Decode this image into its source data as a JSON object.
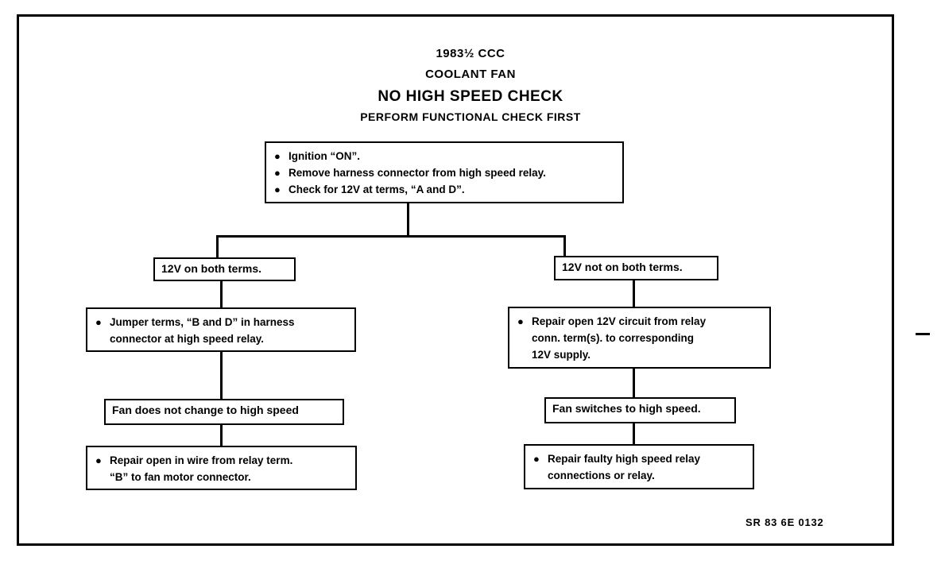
{
  "document": {
    "title_lines": [
      "1983½ CCC",
      "COOLANT FAN",
      "NO HIGH SPEED CHECK",
      "PERFORM FUNCTIONAL CHECK FIRST"
    ],
    "reference_code": "SR 83 6E 0132"
  },
  "flowchart": {
    "type": "flowchart",
    "orientation": "top-down",
    "nodes": [
      {
        "id": "start",
        "kind": "action",
        "bullets": [
          "Ignition “ON”.",
          "Remove harness connector from high speed relay.",
          "Check for 12V at terms, “A and D”."
        ]
      },
      {
        "id": "left-condition",
        "kind": "condition",
        "label": "12V on both terms."
      },
      {
        "id": "right-condition",
        "kind": "condition",
        "label": "12V not on both terms."
      },
      {
        "id": "left-action",
        "kind": "action",
        "bullet": "Jumper terms, “B and D” in harness",
        "continuation": "connector at high speed relay."
      },
      {
        "id": "right-action",
        "kind": "action",
        "bullet": "Repair open 12V circuit from relay",
        "continuation_1": "conn. term(s). to corresponding",
        "continuation_2": "12V supply."
      },
      {
        "id": "left-result",
        "kind": "result",
        "label": "Fan does not change to high speed"
      },
      {
        "id": "right-result",
        "kind": "result",
        "label": "Fan switches to high speed."
      },
      {
        "id": "left-fix",
        "kind": "action",
        "bullet": "Repair open in wire from relay term.",
        "continuation": "“B” to fan motor connector."
      },
      {
        "id": "right-fix",
        "kind": "action",
        "bullet": "Repair faulty high speed relay",
        "continuation": "connections or relay."
      }
    ],
    "bullet_glyph": "●",
    "edges": [
      {
        "from": "start",
        "to": "left-condition"
      },
      {
        "from": "start",
        "to": "right-condition"
      },
      {
        "from": "left-condition",
        "to": "left-action"
      },
      {
        "from": "left-action",
        "to": "left-result"
      },
      {
        "from": "left-result",
        "to": "left-fix"
      },
      {
        "from": "right-condition",
        "to": "right-action"
      },
      {
        "from": "right-action",
        "to": "right-result"
      },
      {
        "from": "right-result",
        "to": "right-fix"
      }
    ],
    "colors": {
      "ink": "#000000",
      "paper": "#ffffff"
    }
  }
}
